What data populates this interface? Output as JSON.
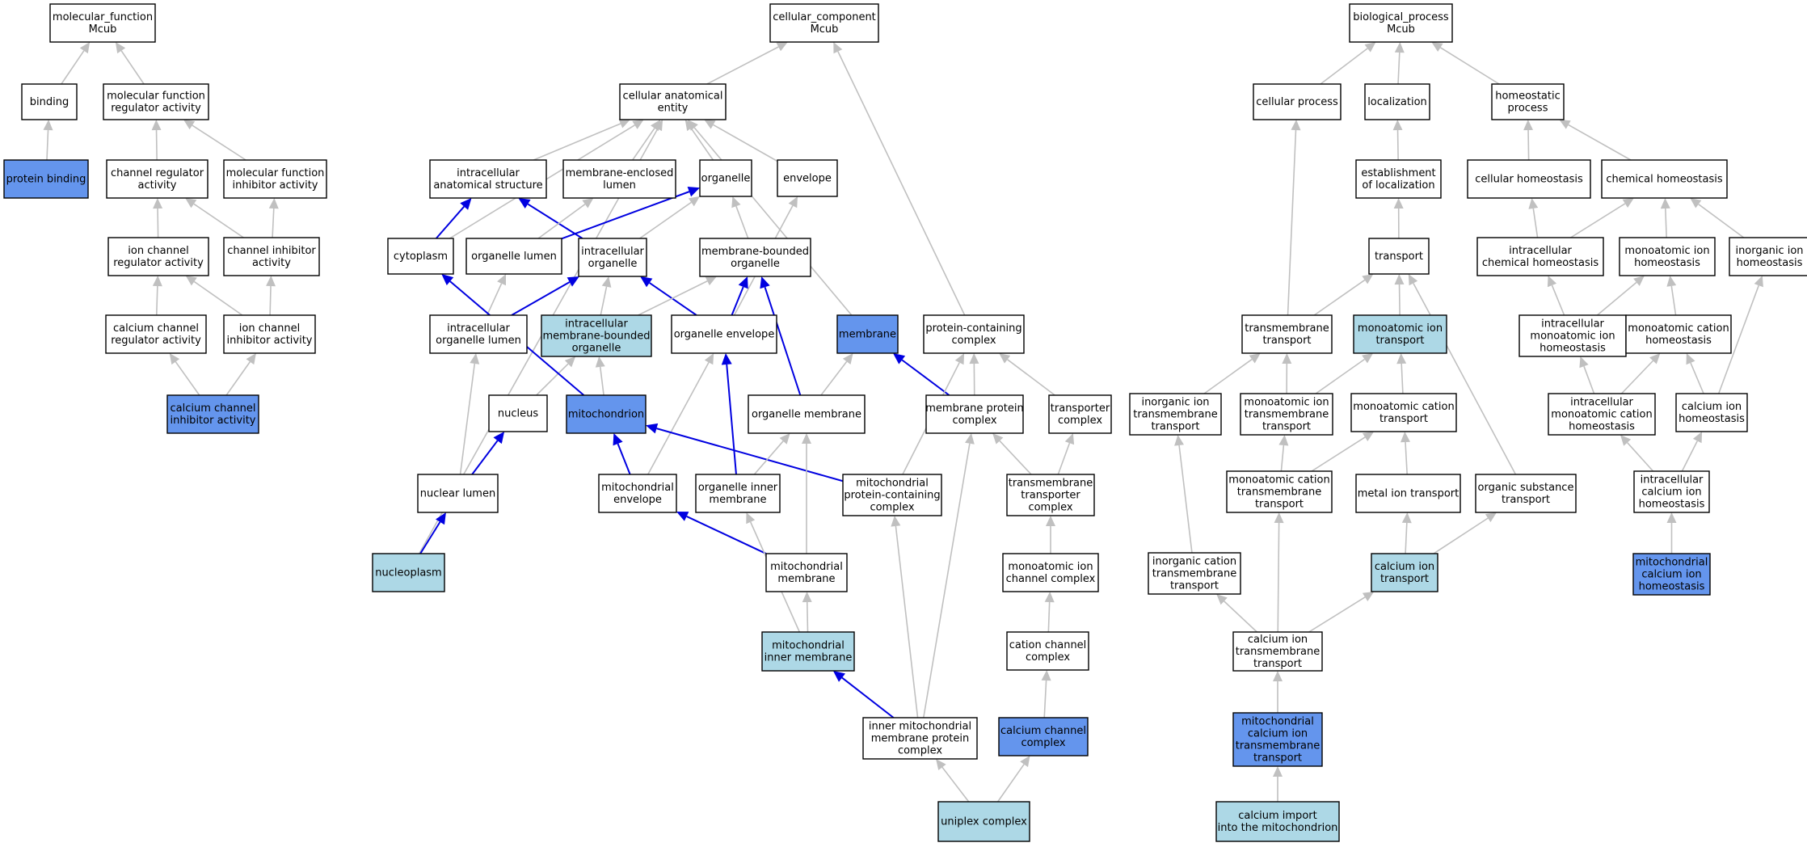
{
  "colors": {
    "default": "#ffffff",
    "light": "#add8e6",
    "dark": "#6495ed",
    "edge_grey": "#c0c0c0",
    "edge_blue": "#0000e0"
  },
  "nodes": [
    {
      "id": "mf",
      "lines": [
        "molecular_function",
        "Mcub"
      ],
      "fill": "default"
    },
    {
      "id": "binding",
      "lines": [
        "binding"
      ],
      "fill": "default"
    },
    {
      "id": "mfra",
      "lines": [
        "molecular function",
        "regulator activity"
      ],
      "fill": "default"
    },
    {
      "id": "pb",
      "lines": [
        "protein binding"
      ],
      "fill": "dark"
    },
    {
      "id": "chra",
      "lines": [
        "channel regulator",
        "activity"
      ],
      "fill": "default"
    },
    {
      "id": "mfia",
      "lines": [
        "molecular function",
        "inhibitor activity"
      ],
      "fill": "default"
    },
    {
      "id": "icra",
      "lines": [
        "ion channel",
        "regulator activity"
      ],
      "fill": "default"
    },
    {
      "id": "chia",
      "lines": [
        "channel inhibitor",
        "activity"
      ],
      "fill": "default"
    },
    {
      "id": "ccra",
      "lines": [
        "calcium channel",
        "regulator activity"
      ],
      "fill": "default"
    },
    {
      "id": "icia",
      "lines": [
        "ion channel",
        "inhibitor activity"
      ],
      "fill": "default"
    },
    {
      "id": "ccia",
      "lines": [
        "calcium channel",
        "inhibitor activity"
      ],
      "fill": "dark"
    },
    {
      "id": "cc",
      "lines": [
        "cellular_component",
        "Mcub"
      ],
      "fill": "default"
    },
    {
      "id": "cae",
      "lines": [
        "cellular anatomical",
        "entity"
      ],
      "fill": "default"
    },
    {
      "id": "ias",
      "lines": [
        "intracellular",
        "anatomical structure"
      ],
      "fill": "default"
    },
    {
      "id": "mel",
      "lines": [
        "membrane-enclosed",
        "lumen"
      ],
      "fill": "default"
    },
    {
      "id": "org",
      "lines": [
        "organelle"
      ],
      "fill": "default"
    },
    {
      "id": "env",
      "lines": [
        "envelope"
      ],
      "fill": "default"
    },
    {
      "id": "cyto",
      "lines": [
        "cytoplasm"
      ],
      "fill": "default"
    },
    {
      "id": "orgl",
      "lines": [
        "organelle lumen"
      ],
      "fill": "default"
    },
    {
      "id": "io",
      "lines": [
        "intracellular",
        "organelle"
      ],
      "fill": "default"
    },
    {
      "id": "mbo",
      "lines": [
        "membrane-bounded",
        "organelle"
      ],
      "fill": "default"
    },
    {
      "id": "iol",
      "lines": [
        "intracellular",
        "organelle lumen"
      ],
      "fill": "default"
    },
    {
      "id": "imbo",
      "lines": [
        "intracellular",
        "membrane-bounded",
        "organelle"
      ],
      "fill": "light"
    },
    {
      "id": "oe",
      "lines": [
        "organelle envelope"
      ],
      "fill": "default"
    },
    {
      "id": "memb",
      "lines": [
        "membrane"
      ],
      "fill": "dark"
    },
    {
      "id": "pcc",
      "lines": [
        "protein-containing",
        "complex"
      ],
      "fill": "default"
    },
    {
      "id": "nuc",
      "lines": [
        "nucleus"
      ],
      "fill": "default"
    },
    {
      "id": "mito",
      "lines": [
        "mitochondrion"
      ],
      "fill": "dark"
    },
    {
      "id": "om",
      "lines": [
        "organelle membrane"
      ],
      "fill": "default"
    },
    {
      "id": "mpc",
      "lines": [
        "membrane protein",
        "complex"
      ],
      "fill": "default"
    },
    {
      "id": "tc",
      "lines": [
        "transporter",
        "complex"
      ],
      "fill": "default"
    },
    {
      "id": "nl",
      "lines": [
        "nuclear lumen"
      ],
      "fill": "default"
    },
    {
      "id": "me",
      "lines": [
        "mitochondrial",
        "envelope"
      ],
      "fill": "default"
    },
    {
      "id": "oim",
      "lines": [
        "organelle inner",
        "membrane"
      ],
      "fill": "default"
    },
    {
      "id": "mpcc",
      "lines": [
        "mitochondrial",
        "protein-containing",
        "complex"
      ],
      "fill": "default"
    },
    {
      "id": "ttc",
      "lines": [
        "transmembrane",
        "transporter",
        "complex"
      ],
      "fill": "default"
    },
    {
      "id": "np",
      "lines": [
        "nucleoplasm"
      ],
      "fill": "light"
    },
    {
      "id": "mm",
      "lines": [
        "mitochondrial",
        "membrane"
      ],
      "fill": "default"
    },
    {
      "id": "micc",
      "lines": [
        "monoatomic ion",
        "channel complex"
      ],
      "fill": "default"
    },
    {
      "id": "mim",
      "lines": [
        "mitochondrial",
        "inner membrane"
      ],
      "fill": "light"
    },
    {
      "id": "catcc",
      "lines": [
        "cation channel",
        "complex"
      ],
      "fill": "default"
    },
    {
      "id": "immpc",
      "lines": [
        "inner mitochondrial",
        "membrane protein",
        "complex"
      ],
      "fill": "default"
    },
    {
      "id": "calcc",
      "lines": [
        "calcium channel",
        "complex"
      ],
      "fill": "dark"
    },
    {
      "id": "uni",
      "lines": [
        "uniplex complex"
      ],
      "fill": "light"
    },
    {
      "id": "bp",
      "lines": [
        "biological_process",
        "Mcub"
      ],
      "fill": "default"
    },
    {
      "id": "cp",
      "lines": [
        "cellular process"
      ],
      "fill": "default"
    },
    {
      "id": "loc",
      "lines": [
        "localization"
      ],
      "fill": "default"
    },
    {
      "id": "hp",
      "lines": [
        "homeostatic",
        "process"
      ],
      "fill": "default"
    },
    {
      "id": "eol",
      "lines": [
        "establishment",
        "of localization"
      ],
      "fill": "default"
    },
    {
      "id": "ch",
      "lines": [
        "cellular homeostasis"
      ],
      "fill": "default"
    },
    {
      "id": "chemh",
      "lines": [
        "chemical homeostasis"
      ],
      "fill": "default"
    },
    {
      "id": "trans",
      "lines": [
        "transport"
      ],
      "fill": "default"
    },
    {
      "id": "ichh",
      "lines": [
        "intracellular",
        "chemical homeostasis"
      ],
      "fill": "default"
    },
    {
      "id": "mih",
      "lines": [
        "monoatomic ion",
        "homeostasis"
      ],
      "fill": "default"
    },
    {
      "id": "iih",
      "lines": [
        "inorganic ion",
        "homeostasis"
      ],
      "fill": "default"
    },
    {
      "id": "tt",
      "lines": [
        "transmembrane",
        "transport"
      ],
      "fill": "default"
    },
    {
      "id": "mit",
      "lines": [
        "monoatomic ion",
        "transport"
      ],
      "fill": "light"
    },
    {
      "id": "imih",
      "lines": [
        "intracellular",
        "monoatomic ion",
        "homeostasis"
      ],
      "fill": "default"
    },
    {
      "id": "mch",
      "lines": [
        "monoatomic cation",
        "homeostasis"
      ],
      "fill": "default"
    },
    {
      "id": "iitt",
      "lines": [
        "inorganic ion",
        "transmembrane",
        "transport"
      ],
      "fill": "default"
    },
    {
      "id": "mitt",
      "lines": [
        "monoatomic ion",
        "transmembrane",
        "transport"
      ],
      "fill": "default"
    },
    {
      "id": "mct",
      "lines": [
        "monoatomic cation",
        "transport"
      ],
      "fill": "default"
    },
    {
      "id": "imch",
      "lines": [
        "intracellular",
        "monoatomic cation",
        "homeostasis"
      ],
      "fill": "default"
    },
    {
      "id": "cih",
      "lines": [
        "calcium ion",
        "homeostasis"
      ],
      "fill": "default"
    },
    {
      "id": "mctt",
      "lines": [
        "monoatomic cation",
        "transmembrane",
        "transport"
      ],
      "fill": "default"
    },
    {
      "id": "mtt",
      "lines": [
        "metal ion transport"
      ],
      "fill": "default"
    },
    {
      "id": "ost",
      "lines": [
        "organic substance",
        "transport"
      ],
      "fill": "default"
    },
    {
      "id": "icih",
      "lines": [
        "intracellular",
        "calcium ion",
        "homeostasis"
      ],
      "fill": "default"
    },
    {
      "id": "ictt",
      "lines": [
        "inorganic cation",
        "transmembrane",
        "transport"
      ],
      "fill": "default"
    },
    {
      "id": "cit",
      "lines": [
        "calcium ion",
        "transport"
      ],
      "fill": "light"
    },
    {
      "id": "mcih",
      "lines": [
        "mitochondrial",
        "calcium ion",
        "homeostasis"
      ],
      "fill": "dark"
    },
    {
      "id": "citt",
      "lines": [
        "calcium ion",
        "transmembrane",
        "transport"
      ],
      "fill": "default"
    },
    {
      "id": "mcitt",
      "lines": [
        "mitochondrial",
        "calcium ion",
        "transmembrane",
        "transport"
      ],
      "fill": "dark"
    },
    {
      "id": "cim",
      "lines": [
        "calcium import",
        "into the mitochondrion"
      ],
      "fill": "light"
    }
  ],
  "edges": [
    {
      "from": "binding",
      "to": "mf",
      "kind": "grey"
    },
    {
      "from": "mfra",
      "to": "mf",
      "kind": "grey"
    },
    {
      "from": "pb",
      "to": "binding",
      "kind": "grey"
    },
    {
      "from": "chra",
      "to": "mfra",
      "kind": "grey"
    },
    {
      "from": "mfia",
      "to": "mfra",
      "kind": "grey"
    },
    {
      "from": "icra",
      "to": "chra",
      "kind": "grey"
    },
    {
      "from": "chia",
      "to": "chra",
      "kind": "grey"
    },
    {
      "from": "chia",
      "to": "mfia",
      "kind": "grey"
    },
    {
      "from": "ccra",
      "to": "icra",
      "kind": "grey"
    },
    {
      "from": "icia",
      "to": "icra",
      "kind": "grey"
    },
    {
      "from": "icia",
      "to": "chia",
      "kind": "grey"
    },
    {
      "from": "ccia",
      "to": "ccra",
      "kind": "grey"
    },
    {
      "from": "ccia",
      "to": "icia",
      "kind": "grey"
    },
    {
      "from": "cae",
      "to": "cc",
      "kind": "grey"
    },
    {
      "from": "pcc",
      "to": "cc",
      "kind": "grey"
    },
    {
      "from": "ias",
      "to": "cae",
      "kind": "grey"
    },
    {
      "from": "mel",
      "to": "cae",
      "kind": "grey"
    },
    {
      "from": "org",
      "to": "cae",
      "kind": "grey"
    },
    {
      "from": "env",
      "to": "cae",
      "kind": "grey"
    },
    {
      "from": "cyto",
      "to": "cae",
      "kind": "grey"
    },
    {
      "from": "memb",
      "to": "cae",
      "kind": "grey"
    },
    {
      "from": "np",
      "to": "cae",
      "kind": "grey"
    },
    {
      "from": "cyto",
      "to": "ias",
      "kind": "blue"
    },
    {
      "from": "io",
      "to": "ias",
      "kind": "blue"
    },
    {
      "from": "orgl",
      "to": "mel",
      "kind": "grey"
    },
    {
      "from": "orgl",
      "to": "org",
      "kind": "blue"
    },
    {
      "from": "io",
      "to": "org",
      "kind": "grey"
    },
    {
      "from": "mbo",
      "to": "org",
      "kind": "grey"
    },
    {
      "from": "oe",
      "to": "env",
      "kind": "grey"
    },
    {
      "from": "iol",
      "to": "orgl",
      "kind": "grey"
    },
    {
      "from": "iol",
      "to": "io",
      "kind": "blue"
    },
    {
      "from": "imbo",
      "to": "io",
      "kind": "grey"
    },
    {
      "from": "oe",
      "to": "io",
      "kind": "blue"
    },
    {
      "from": "imbo",
      "to": "mbo",
      "kind": "grey"
    },
    {
      "from": "oe",
      "to": "mbo",
      "kind": "blue"
    },
    {
      "from": "om",
      "to": "mbo",
      "kind": "blue"
    },
    {
      "from": "nuc",
      "to": "imbo",
      "kind": "grey"
    },
    {
      "from": "mito",
      "to": "imbo",
      "kind": "grey"
    },
    {
      "from": "mito",
      "to": "cyto",
      "kind": "blue"
    },
    {
      "from": "me",
      "to": "oe",
      "kind": "grey"
    },
    {
      "from": "oim",
      "to": "oe",
      "kind": "blue"
    },
    {
      "from": "om",
      "to": "memb",
      "kind": "grey"
    },
    {
      "from": "mpc",
      "to": "memb",
      "kind": "blue"
    },
    {
      "from": "mpc",
      "to": "pcc",
      "kind": "grey"
    },
    {
      "from": "tc",
      "to": "pcc",
      "kind": "grey"
    },
    {
      "from": "mpcc",
      "to": "pcc",
      "kind": "grey"
    },
    {
      "from": "nl",
      "to": "nuc",
      "kind": "blue"
    },
    {
      "from": "nl",
      "to": "iol",
      "kind": "grey"
    },
    {
      "from": "me",
      "to": "mito",
      "kind": "blue"
    },
    {
      "from": "mpcc",
      "to": "mito",
      "kind": "blue"
    },
    {
      "from": "oim",
      "to": "om",
      "kind": "grey"
    },
    {
      "from": "mm",
      "to": "om",
      "kind": "grey"
    },
    {
      "from": "mm",
      "to": "me",
      "kind": "blue"
    },
    {
      "from": "ttc",
      "to": "mpc",
      "kind": "grey"
    },
    {
      "from": "ttc",
      "to": "tc",
      "kind": "grey"
    },
    {
      "from": "np",
      "to": "nl",
      "kind": "blue"
    },
    {
      "from": "micc",
      "to": "ttc",
      "kind": "grey"
    },
    {
      "from": "mim",
      "to": "mm",
      "kind": "grey"
    },
    {
      "from": "mim",
      "to": "oim",
      "kind": "grey"
    },
    {
      "from": "catcc",
      "to": "micc",
      "kind": "grey"
    },
    {
      "from": "immpc",
      "to": "mim",
      "kind": "blue"
    },
    {
      "from": "immpc",
      "to": "mpcc",
      "kind": "grey"
    },
    {
      "from": "immpc",
      "to": "mpc",
      "kind": "grey"
    },
    {
      "from": "calcc",
      "to": "catcc",
      "kind": "grey"
    },
    {
      "from": "uni",
      "to": "immpc",
      "kind": "grey"
    },
    {
      "from": "uni",
      "to": "calcc",
      "kind": "grey"
    },
    {
      "from": "cp",
      "to": "bp",
      "kind": "grey"
    },
    {
      "from": "loc",
      "to": "bp",
      "kind": "grey"
    },
    {
      "from": "hp",
      "to": "bp",
      "kind": "grey"
    },
    {
      "from": "eol",
      "to": "loc",
      "kind": "grey"
    },
    {
      "from": "ch",
      "to": "hp",
      "kind": "grey"
    },
    {
      "from": "chemh",
      "to": "hp",
      "kind": "grey"
    },
    {
      "from": "trans",
      "to": "eol",
      "kind": "grey"
    },
    {
      "from": "ichh",
      "to": "ch",
      "kind": "grey"
    },
    {
      "from": "ichh",
      "to": "chemh",
      "kind": "grey"
    },
    {
      "from": "mih",
      "to": "chemh",
      "kind": "grey"
    },
    {
      "from": "iih",
      "to": "chemh",
      "kind": "grey"
    },
    {
      "from": "tt",
      "to": "cp",
      "kind": "grey"
    },
    {
      "from": "tt",
      "to": "trans",
      "kind": "grey"
    },
    {
      "from": "mit",
      "to": "trans",
      "kind": "grey"
    },
    {
      "from": "ost",
      "to": "trans",
      "kind": "grey"
    },
    {
      "from": "imih",
      "to": "ichh",
      "kind": "grey"
    },
    {
      "from": "imih",
      "to": "mih",
      "kind": "grey"
    },
    {
      "from": "mch",
      "to": "mih",
      "kind": "grey"
    },
    {
      "from": "iitt",
      "to": "tt",
      "kind": "grey"
    },
    {
      "from": "mitt",
      "to": "tt",
      "kind": "grey"
    },
    {
      "from": "mitt",
      "to": "mit",
      "kind": "grey"
    },
    {
      "from": "mct",
      "to": "mit",
      "kind": "grey"
    },
    {
      "from": "imch",
      "to": "imih",
      "kind": "grey"
    },
    {
      "from": "imch",
      "to": "mch",
      "kind": "grey"
    },
    {
      "from": "cih",
      "to": "mch",
      "kind": "grey"
    },
    {
      "from": "cih",
      "to": "iih",
      "kind": "grey"
    },
    {
      "from": "ictt",
      "to": "iitt",
      "kind": "grey"
    },
    {
      "from": "mctt",
      "to": "mitt",
      "kind": "grey"
    },
    {
      "from": "mctt",
      "to": "mct",
      "kind": "grey"
    },
    {
      "from": "mtt",
      "to": "mct",
      "kind": "grey"
    },
    {
      "from": "icih",
      "to": "imch",
      "kind": "grey"
    },
    {
      "from": "icih",
      "to": "cih",
      "kind": "grey"
    },
    {
      "from": "cit",
      "to": "mtt",
      "kind": "grey"
    },
    {
      "from": "cit",
      "to": "ost",
      "kind": "grey"
    },
    {
      "from": "mcih",
      "to": "icih",
      "kind": "grey"
    },
    {
      "from": "citt",
      "to": "ictt",
      "kind": "grey"
    },
    {
      "from": "citt",
      "to": "mctt",
      "kind": "grey"
    },
    {
      "from": "citt",
      "to": "cit",
      "kind": "grey"
    },
    {
      "from": "mcitt",
      "to": "citt",
      "kind": "grey"
    },
    {
      "from": "cim",
      "to": "mcitt",
      "kind": "grey"
    }
  ]
}
